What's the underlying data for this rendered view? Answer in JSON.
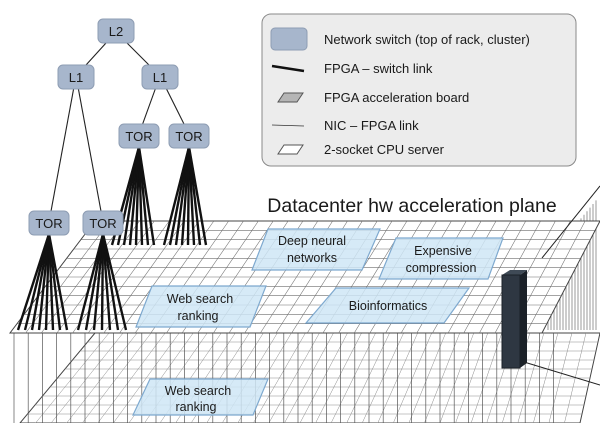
{
  "nodes": {
    "l2": "L2",
    "l1_left": "L1",
    "l1_right": "L1",
    "tor_a": "TOR",
    "tor_b": "TOR",
    "tor_c": "TOR",
    "tor_d": "TOR"
  },
  "legend": {
    "switch": "Network switch (top of rack, cluster)",
    "fpga_switch_link": "FPGA – switch link",
    "fpga_board": "FPGA acceleration board",
    "nic_fpga_link": "NIC – FPGA link",
    "cpu_server": "2-socket CPU server"
  },
  "plane_title": "Datacenter hw acceleration plane",
  "regions": {
    "dnn_line1": "Deep neural",
    "dnn_line2": "networks",
    "compression_line1": "Expensive",
    "compression_line2": "compression",
    "websearch_line1": "Web search",
    "websearch_line2": "ranking",
    "bioinformatics": "Bioinformatics",
    "websearch_lower_line1": "Web search",
    "websearch_lower_line2": "ranking"
  },
  "colors": {
    "switch_fill": "#a7b6cc",
    "switch_stroke": "#8e9db3",
    "region_fill": "#cfe6f6",
    "region_stroke": "#7ea9cf",
    "legend_fill": "#ececec",
    "grid_line": "#6e6e6e",
    "rack_fill": "#2e3742"
  }
}
